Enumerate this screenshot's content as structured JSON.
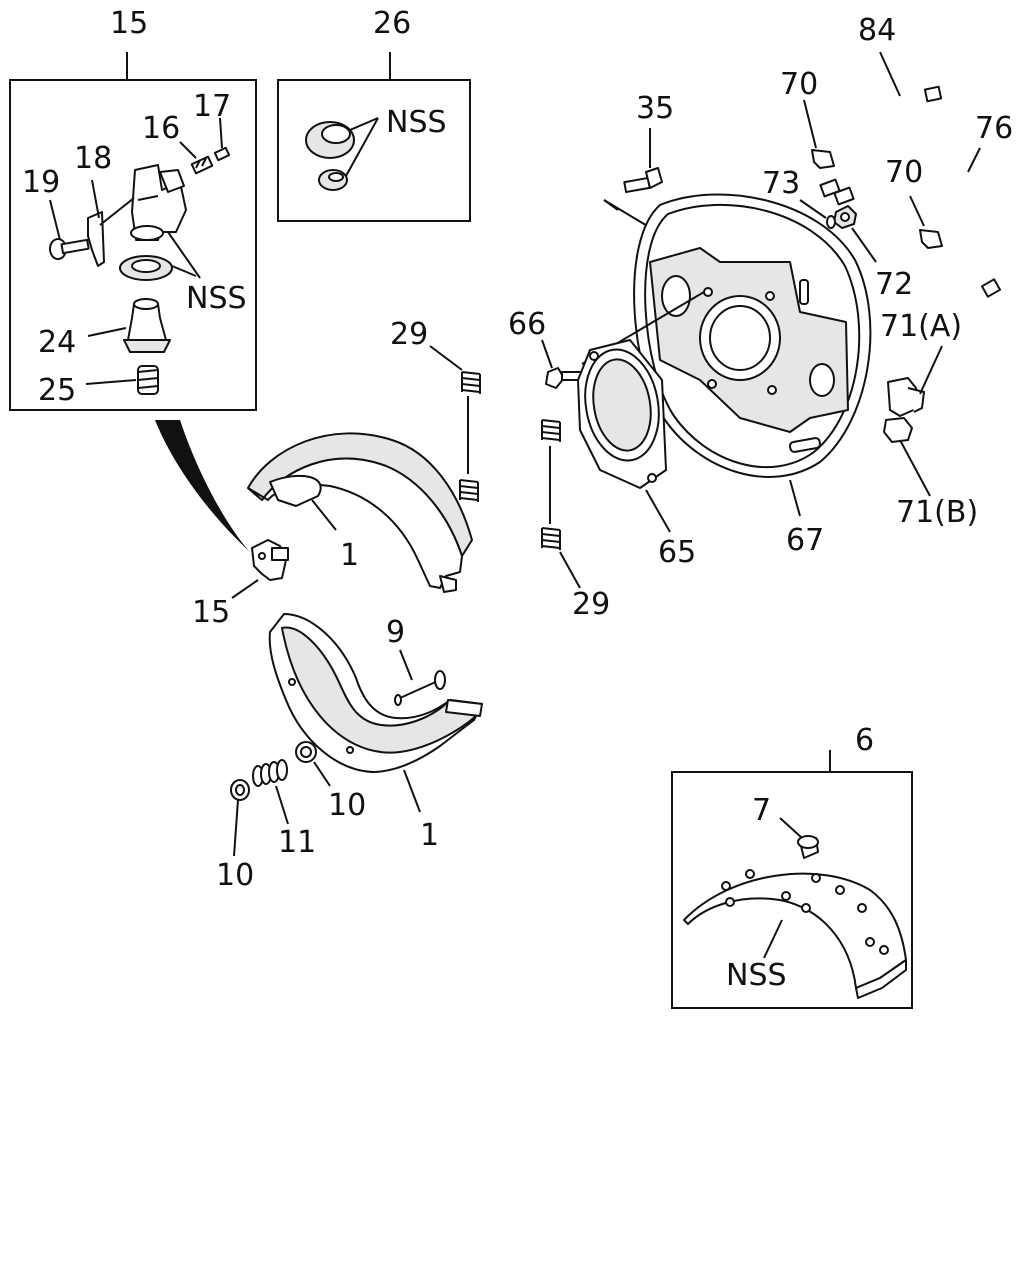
{
  "callouts": {
    "c15_box": "15",
    "c26_box": "26",
    "c84": "84",
    "c70a": "70",
    "c76": "76",
    "c35": "35",
    "c73": "73",
    "c70b": "70",
    "c72": "72",
    "c17": "17",
    "c16": "16",
    "c18": "18",
    "c19": "19",
    "nss_box15": "NSS",
    "c24": "24",
    "c25": "25",
    "nss_box26": "NSS",
    "c29a": "29",
    "c66": "66",
    "c71a": "71(A)",
    "c71b": "71(B)",
    "c1a": "1",
    "c15_small": "15",
    "c65": "65",
    "c67": "67",
    "c29b": "29",
    "c9": "9",
    "c10a": "10",
    "c11": "11",
    "c10b": "10",
    "c1b": "1",
    "c6_box": "6",
    "c7": "7",
    "nss_box6": "NSS"
  },
  "colors": {
    "ink": "#111111",
    "lining_fill": "#e6e6e6",
    "paper": "#ffffff"
  }
}
